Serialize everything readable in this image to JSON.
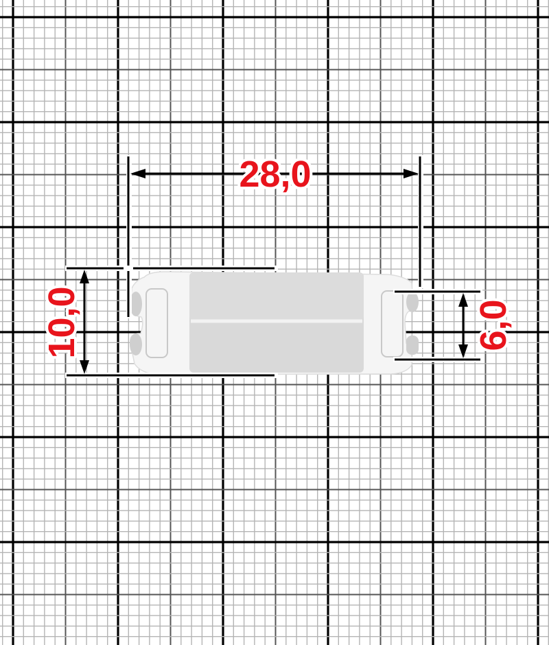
{
  "diagram": {
    "type": "technical-dimension-drawing",
    "subject": "metal buckle plate with slotted ends",
    "background": "millimeter-graph-paper",
    "colors": {
      "grid_thin": "#b4b4b4",
      "grid_medium": "#555555",
      "grid_thick": "#000000",
      "dimension_line": "#000000",
      "dimension_text": "#e8141c",
      "part_fill": "#f4f4f4",
      "part_center": "#d6d6d6"
    }
  },
  "dimensions": {
    "length": {
      "label": "28,0",
      "value_mm": 28.0,
      "orientation": "horizontal"
    },
    "height": {
      "label": "10,0",
      "value_mm": 10.0,
      "orientation": "vertical"
    },
    "slot_width": {
      "label": "6,0",
      "value_mm": 6.0,
      "orientation": "vertical"
    }
  }
}
